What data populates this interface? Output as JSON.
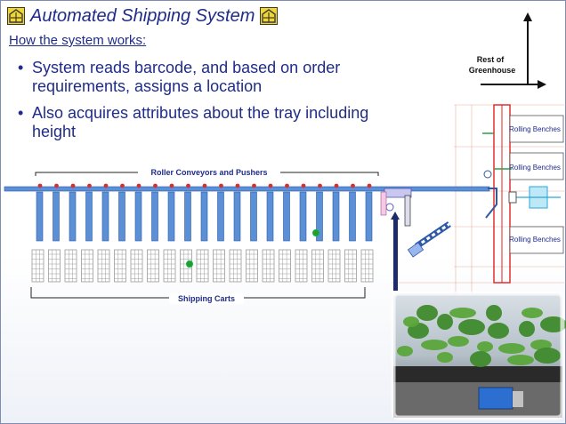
{
  "slide": {
    "title": "Automated Shipping System",
    "subtitle": "How the system works:",
    "bullets": [
      "System reads barcode, and based on order requirements, assigns a location",
      "Also acquires attributes about the tray including height"
    ]
  },
  "diagram": {
    "roller_label": "Roller Conveyors and Pushers",
    "carts_label": "Shipping Carts",
    "rest_label_line1": "Rest of",
    "rest_label_line2": "Greenhouse",
    "bench_labels": [
      "Rolling Benches",
      "Rolling Benches",
      "Rolling Benches"
    ]
  },
  "colors": {
    "title_text": "#1f2c8a",
    "conveyor_blue": "#5b8fd6",
    "pusher_red": "#d43030",
    "bench_red": "#e02020",
    "cart_gray": "#9a9a9a"
  }
}
